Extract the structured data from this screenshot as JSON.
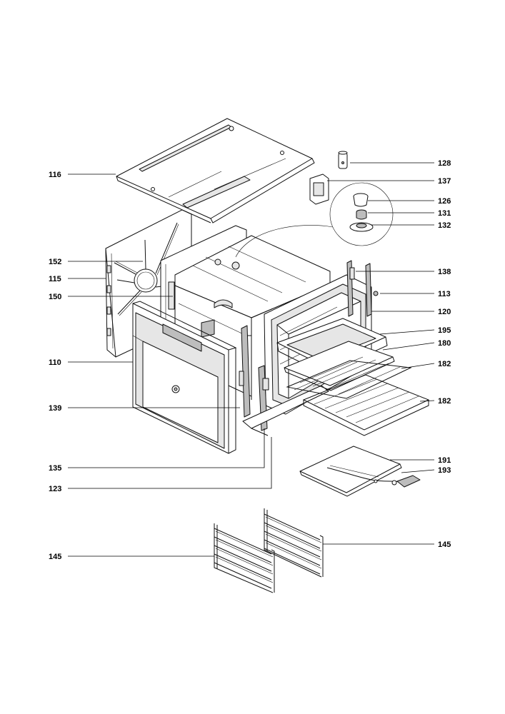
{
  "callouts": [
    {
      "id": "c116",
      "text": "116"
    },
    {
      "id": "c128",
      "text": "128"
    },
    {
      "id": "c137",
      "text": "137"
    },
    {
      "id": "c126",
      "text": "126"
    },
    {
      "id": "c131",
      "text": "131"
    },
    {
      "id": "c132",
      "text": "132"
    },
    {
      "id": "c152",
      "text": "152"
    },
    {
      "id": "c115",
      "text": "115"
    },
    {
      "id": "c150",
      "text": "150"
    },
    {
      "id": "c138",
      "text": "138"
    },
    {
      "id": "c113",
      "text": "113"
    },
    {
      "id": "c120",
      "text": "120"
    },
    {
      "id": "c195",
      "text": "195"
    },
    {
      "id": "c180",
      "text": "180"
    },
    {
      "id": "c110",
      "text": "110"
    },
    {
      "id": "c182a",
      "text": "182"
    },
    {
      "id": "c182b",
      "text": "182"
    },
    {
      "id": "c139",
      "text": "139"
    },
    {
      "id": "c191",
      "text": "191"
    },
    {
      "id": "c193",
      "text": "193"
    },
    {
      "id": "c135",
      "text": "135"
    },
    {
      "id": "c123",
      "text": "123"
    },
    {
      "id": "c145a",
      "text": "145"
    },
    {
      "id": "c145b",
      "text": "145"
    }
  ]
}
